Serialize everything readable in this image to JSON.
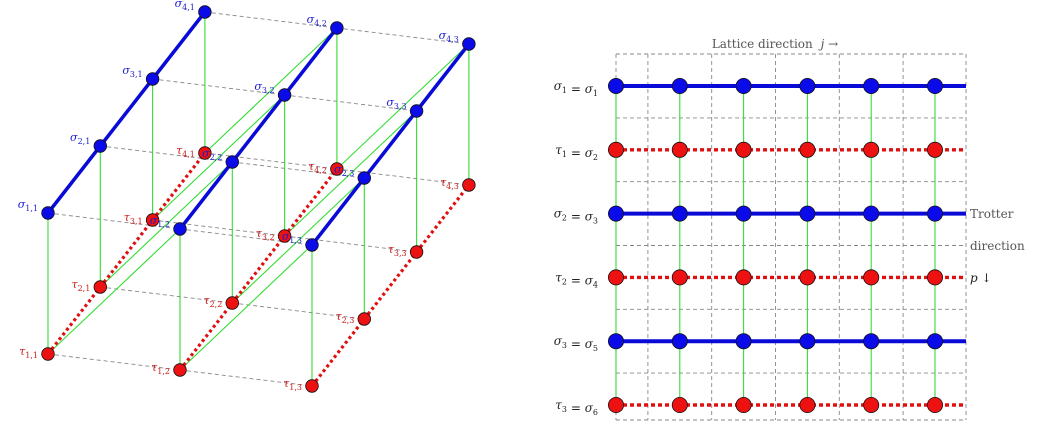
{
  "colors": {
    "sigma_node": "#0b0bea",
    "tau_node": "#ee1111",
    "sigma_chain": "#0a0ad8",
    "tau_chain": "#e01010",
    "coupling": "#33dd33",
    "guide": "#888888",
    "node_outline": "#111111"
  },
  "left_lattice": {
    "i_count": 4,
    "j_count": 3,
    "sigma_labels": [
      [
        "σ_{1,1}",
        "σ_{1,2}",
        "σ_{1,3}"
      ],
      [
        "σ_{2,1}",
        "σ_{2,2}",
        "σ_{2,3}"
      ],
      [
        "σ_{3,1}",
        "σ_{3,2}",
        "σ_{3,3}"
      ],
      [
        "σ_{4,1}",
        "σ_{4,2}",
        "σ_{4,3}"
      ]
    ],
    "tau_labels": [
      [
        "τ_{1,1}",
        "τ_{1,2}",
        "τ_{1,3}"
      ],
      [
        "τ_{2,1}",
        "τ_{2,2}",
        "τ_{2,3}"
      ],
      [
        "τ_{3,1}",
        "τ_{3,2}",
        "τ_{3,3}"
      ],
      [
        "τ_{4,1}",
        "τ_{4,2}",
        "τ_{4,3}"
      ]
    ]
  },
  "right_lattice": {
    "column_count": 6,
    "header_text": "Lattice direction",
    "header_symbol": "j →",
    "rows": [
      {
        "kind": "sigma",
        "left": "σ_1",
        "right": "σ_1"
      },
      {
        "kind": "tau",
        "left": "τ_1",
        "right": "σ_2"
      },
      {
        "kind": "sigma",
        "left": "σ_2",
        "right": "σ_3"
      },
      {
        "kind": "tau",
        "left": "τ_2",
        "right": "σ_4"
      },
      {
        "kind": "sigma",
        "left": "σ_3",
        "right": "σ_5"
      },
      {
        "kind": "tau",
        "left": "τ_3",
        "right": "σ_6"
      }
    ],
    "side_label": {
      "line1": "Trotter",
      "line2": "direction",
      "line3": "p ↓"
    }
  }
}
